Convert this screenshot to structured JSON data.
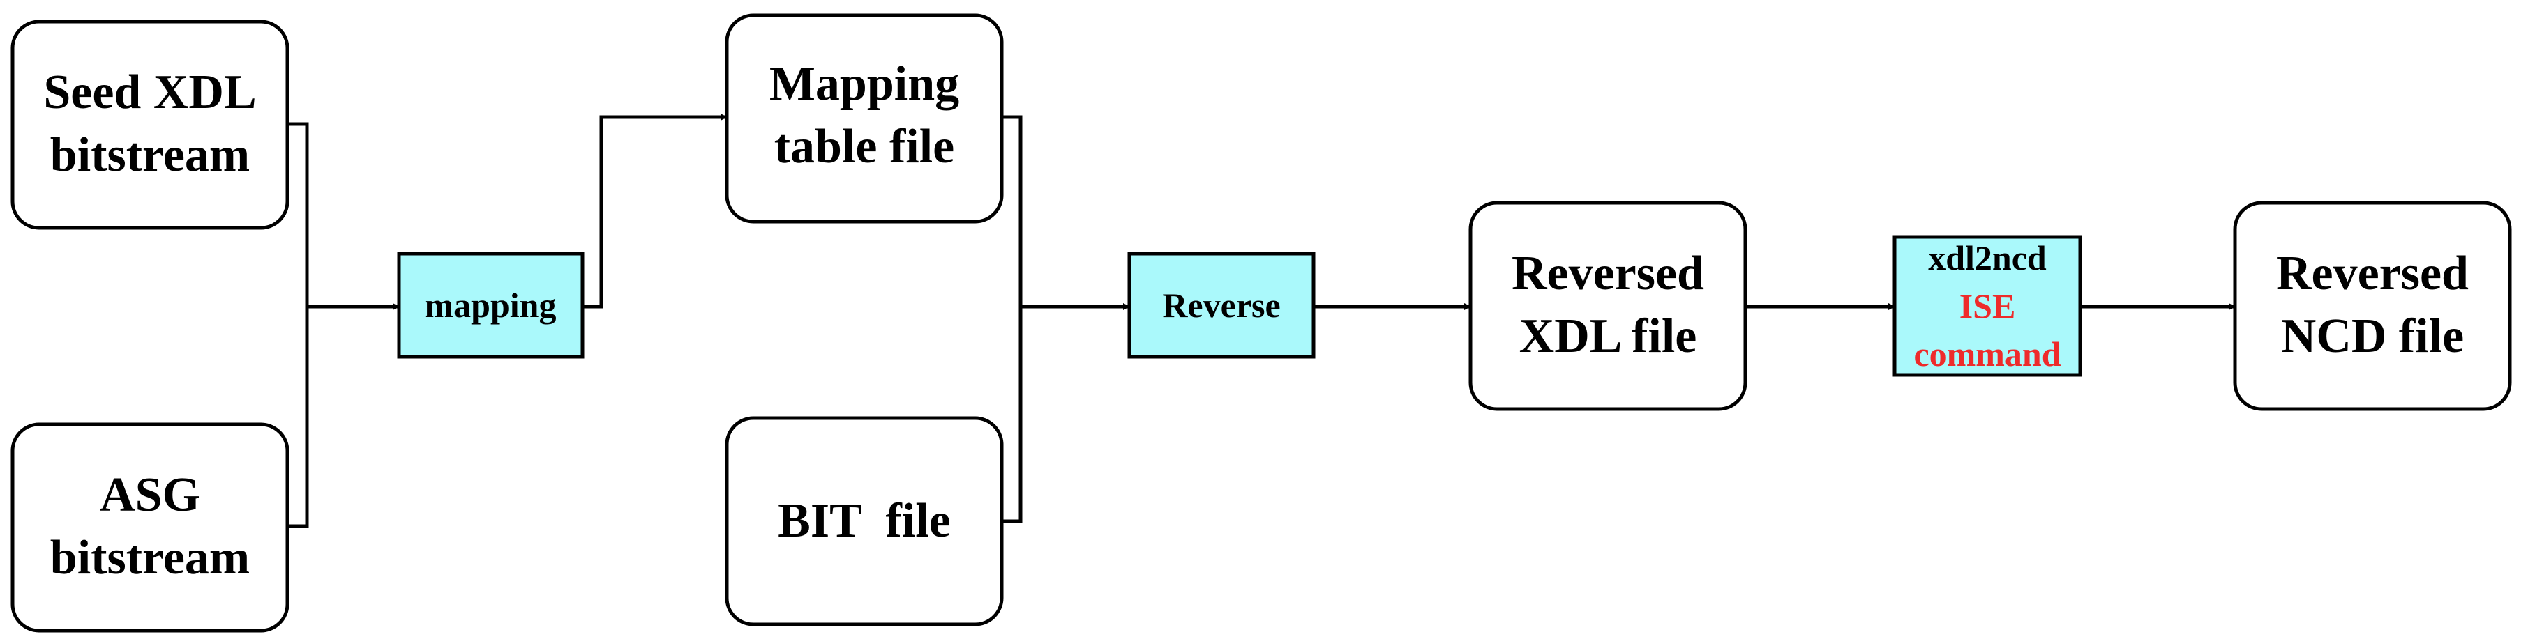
{
  "nodes": {
    "seed_xdl": {
      "line1": "Seed XDL",
      "line2": "bitstream"
    },
    "asg": {
      "line1": "ASG",
      "line2": "bitstream"
    },
    "mapping_table": {
      "line1": "Mapping",
      "line2": "table file"
    },
    "bit_file": {
      "line1": "BIT  file"
    },
    "reversed_xdl": {
      "line1": "Reversed",
      "line2": "XDL file"
    },
    "reversed_ncd": {
      "line1": "Reversed",
      "line2": "NCD file"
    }
  },
  "processes": {
    "mapping": {
      "label": "mapping"
    },
    "reverse": {
      "label": "Reverse"
    },
    "xdl2ncd": {
      "line1": "xdl2ncd",
      "line2": "ISE",
      "line3": "command"
    }
  },
  "colors": {
    "process_fill": "#aaf9fb",
    "highlight_text": "#ee2b2b",
    "stroke": "#000000"
  }
}
